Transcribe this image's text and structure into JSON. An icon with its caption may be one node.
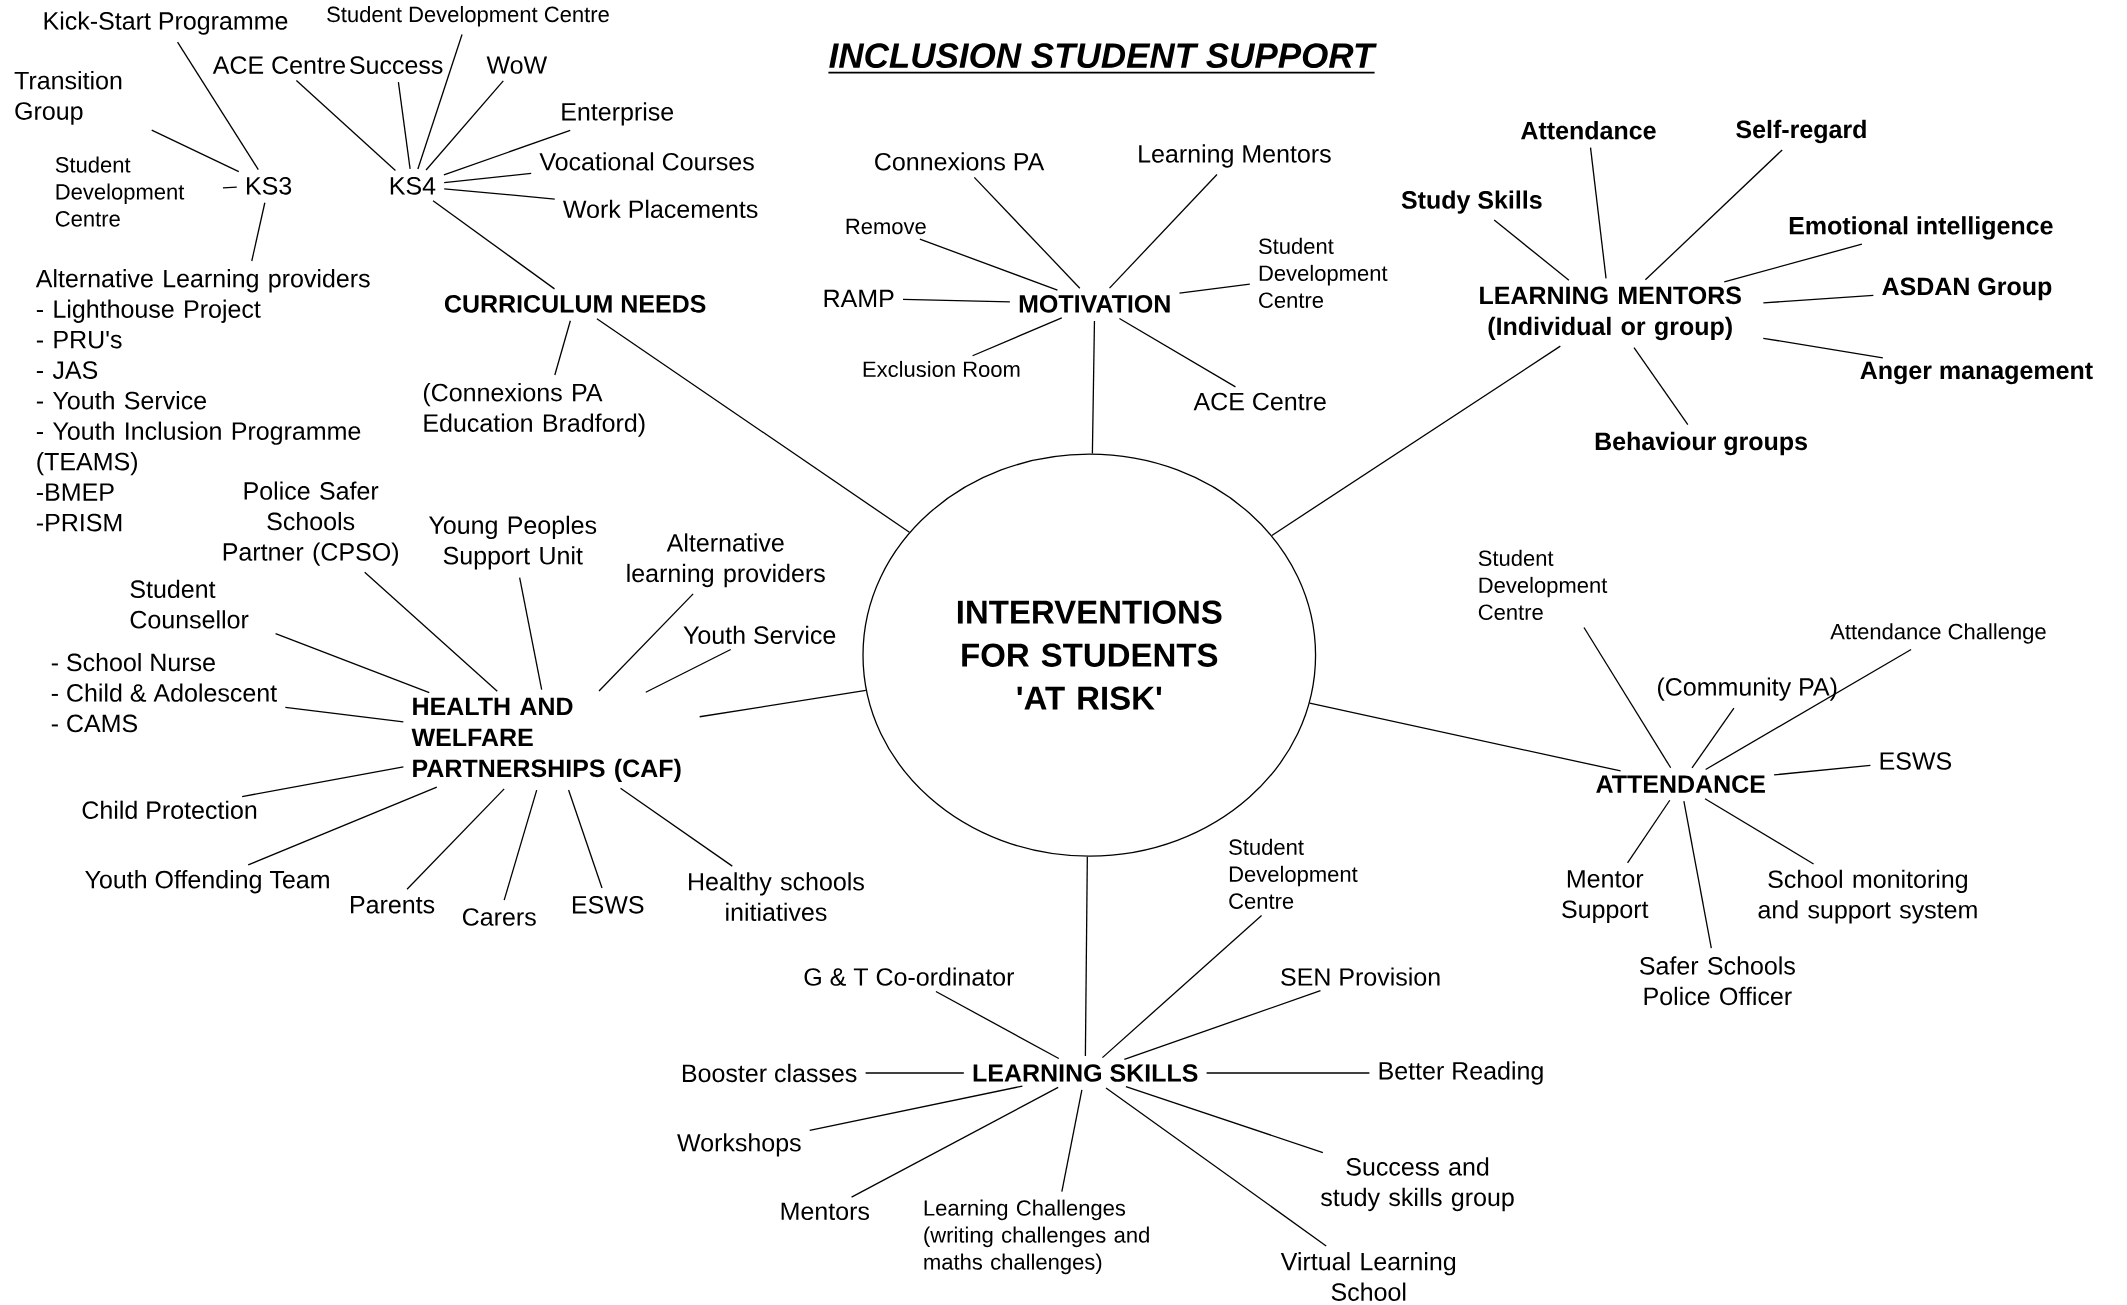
{
  "diagram": {
    "title": "INCLUSION STUDENT SUPPORT",
    "nodes": [
      {
        "text": [
          "INTERVENTIONS FOR STUDENTS 'AT RISK'"
        ]
      },
      {
        "text": [
          "CURRICULUM NEEDS"
        ]
      },
      {
        "text": [
          "KS4"
        ]
      },
      {
        "text": [
          "KS3"
        ]
      },
      {
        "text": [
          "Kick-Start Programme"
        ]
      },
      {
        "text": [
          "Transition Group"
        ]
      },
      {
        "text": [
          "Student Development Centre"
        ]
      },
      {
        "text": [
          "Alternative Learning providers",
          "- Lighthouse Project",
          "- PRU's",
          "- JAS",
          "- Youth Service",
          "- Youth Inclusion Programme (TEAMS)",
          "-BMEP",
          "-PRISM"
        ]
      },
      {
        "text": [
          "ACE Centre"
        ]
      },
      {
        "text": [
          "Student Development Centre"
        ]
      },
      {
        "text": [
          "Success"
        ]
      },
      {
        "text": [
          "WoW"
        ]
      },
      {
        "text": [
          "Enterprise"
        ]
      },
      {
        "text": [
          "Vocational Courses"
        ]
      },
      {
        "text": [
          "Work Placements"
        ]
      },
      {
        "text": [
          "(Connexions PA Education Bradford)"
        ]
      },
      {
        "text": [
          "MOTIVATION"
        ]
      },
      {
        "text": [
          "Connexions PA"
        ]
      },
      {
        "text": [
          "Learning Mentors"
        ]
      },
      {
        "text": [
          "Remove"
        ]
      },
      {
        "text": [
          "RAMP"
        ]
      },
      {
        "text": [
          "Exclusion Room"
        ]
      },
      {
        "text": [
          "Student Development Centre"
        ]
      },
      {
        "text": [
          "ACE Centre"
        ]
      },
      {
        "text": [
          "LEARNING MENTORS (Individual or group)"
        ]
      },
      {
        "text": [
          "Study Skills"
        ]
      },
      {
        "text": [
          "Attendance"
        ]
      },
      {
        "text": [
          "Self-regard"
        ]
      },
      {
        "text": [
          "Emotional intelligence"
        ]
      },
      {
        "text": [
          "ASDAN Group"
        ]
      },
      {
        "text": [
          "Anger management"
        ]
      },
      {
        "text": [
          "Behaviour groups"
        ]
      },
      {
        "text": [
          "HEALTH AND WELFARE PARTNERSHIPS (CAF)"
        ]
      },
      {
        "text": [
          "Police Safer Schools Partner (CPSO)"
        ]
      },
      {
        "text": [
          "Young Peoples Support Unit"
        ]
      },
      {
        "text": [
          "Alternative learning providers"
        ]
      },
      {
        "text": [
          "Youth Service"
        ]
      },
      {
        "text": [
          "Student Counsellor"
        ]
      },
      {
        "text": [
          "- School Nurse",
          "- Child & Adolescent",
          "- CAMS"
        ]
      },
      {
        "text": [
          "Child Protection"
        ]
      },
      {
        "text": [
          "Youth Offending Team"
        ]
      },
      {
        "text": [
          "Parents"
        ]
      },
      {
        "text": [
          "Carers"
        ]
      },
      {
        "text": [
          "ESWS"
        ]
      },
      {
        "text": [
          "Healthy schools initiatives"
        ]
      },
      {
        "text": [
          "ATTENDANCE"
        ]
      },
      {
        "text": [
          "Student Development Centre"
        ]
      },
      {
        "text": [
          "(Community PA)"
        ]
      },
      {
        "text": [
          "Attendance Challenge"
        ]
      },
      {
        "text": [
          "ESWS"
        ]
      },
      {
        "text": [
          "Mentor Support"
        ]
      },
      {
        "text": [
          "Safer Schools Police Officer"
        ]
      },
      {
        "text": [
          "School monitoring and support system"
        ]
      },
      {
        "text": [
          "LEARNING SKILLS"
        ]
      },
      {
        "text": [
          "G & T Co-ordinator"
        ]
      },
      {
        "text": [
          "Student Development Centre"
        ]
      },
      {
        "text": [
          "SEN Provision"
        ]
      },
      {
        "text": [
          "Booster classes"
        ]
      },
      {
        "text": [
          "Better Reading"
        ]
      },
      {
        "text": [
          "Workshops"
        ]
      },
      {
        "text": [
          "Mentors"
        ]
      },
      {
        "text": [
          "Learning Challenges (writing challenges and maths challenges)"
        ]
      },
      {
        "text": [
          "Success and study skills group"
        ]
      },
      {
        "text": [
          "Virtual Learning School"
        ]
      }
    ],
    "edges": [
      {
        "from": 0,
        "to": 1,
        "arrow": "none"
      },
      {
        "from": 0,
        "to": 16,
        "arrow": "none"
      },
      {
        "from": 0,
        "to": 24,
        "arrow": "none"
      },
      {
        "from": 0,
        "to": 32,
        "arrow": "none"
      },
      {
        "from": 0,
        "to": 45,
        "arrow": "none"
      },
      {
        "from": 0,
        "to": 53,
        "arrow": "none"
      },
      {
        "from": 1,
        "to": 2,
        "arrow": "none"
      },
      {
        "from": 1,
        "to": 15,
        "arrow": "none"
      },
      {
        "from": 3,
        "to": 4,
        "arrow": "none"
      },
      {
        "from": 3,
        "to": 5,
        "arrow": "none"
      },
      {
        "from": 3,
        "to": 6,
        "arrow": "none"
      },
      {
        "from": 3,
        "to": 7,
        "arrow": "none"
      },
      {
        "from": 2,
        "to": 8,
        "arrow": "none"
      },
      {
        "from": 2,
        "to": 9,
        "arrow": "none"
      },
      {
        "from": 2,
        "to": 10,
        "arrow": "none"
      },
      {
        "from": 2,
        "to": 11,
        "arrow": "none"
      },
      {
        "from": 2,
        "to": 12,
        "arrow": "none"
      },
      {
        "from": 2,
        "to": 13,
        "arrow": "none"
      },
      {
        "from": 2,
        "to": 14,
        "arrow": "none"
      },
      {
        "from": 16,
        "to": 17,
        "arrow": "none"
      },
      {
        "from": 16,
        "to": 18,
        "arrow": "none"
      },
      {
        "from": 16,
        "to": 19,
        "arrow": "none"
      },
      {
        "from": 16,
        "to": 20,
        "arrow": "none"
      },
      {
        "from": 16,
        "to": 21,
        "arrow": "none"
      },
      {
        "from": 16,
        "to": 22,
        "arrow": "none"
      },
      {
        "from": 16,
        "to": 23,
        "arrow": "none"
      },
      {
        "from": 24,
        "to": 25,
        "arrow": "none"
      },
      {
        "from": 24,
        "to": 26,
        "arrow": "none"
      },
      {
        "from": 24,
        "to": 27,
        "arrow": "none"
      },
      {
        "from": 24,
        "to": 28,
        "arrow": "none"
      },
      {
        "from": 24,
        "to": 29,
        "arrow": "none"
      },
      {
        "from": 24,
        "to": 30,
        "arrow": "none"
      },
      {
        "from": 24,
        "to": 31,
        "arrow": "none"
      },
      {
        "from": 32,
        "to": 33,
        "arrow": "none"
      },
      {
        "from": 32,
        "to": 34,
        "arrow": "none"
      },
      {
        "from": 32,
        "to": 35,
        "arrow": "none"
      },
      {
        "from": 32,
        "to": 36,
        "arrow": "none"
      },
      {
        "from": 32,
        "to": 37,
        "arrow": "none"
      },
      {
        "from": 32,
        "to": 38,
        "arrow": "none"
      },
      {
        "from": 32,
        "to": 39,
        "arrow": "none"
      },
      {
        "from": 32,
        "to": 40,
        "arrow": "none"
      },
      {
        "from": 32,
        "to": 41,
        "arrow": "none"
      },
      {
        "from": 32,
        "to": 42,
        "arrow": "none"
      },
      {
        "from": 32,
        "to": 43,
        "arrow": "none"
      },
      {
        "from": 32,
        "to": 44,
        "arrow": "none"
      },
      {
        "from": 45,
        "to": 46,
        "arrow": "none"
      },
      {
        "from": 45,
        "to": 47,
        "arrow": "none"
      },
      {
        "from": 45,
        "to": 48,
        "arrow": "none"
      },
      {
        "from": 45,
        "to": 49,
        "arrow": "none"
      },
      {
        "from": 45,
        "to": 50,
        "arrow": "none"
      },
      {
        "from": 45,
        "to": 51,
        "arrow": "none"
      },
      {
        "from": 45,
        "to": 52,
        "arrow": "none"
      },
      {
        "from": 53,
        "to": 54,
        "arrow": "none"
      },
      {
        "from": 53,
        "to": 55,
        "arrow": "none"
      },
      {
        "from": 53,
        "to": 56,
        "arrow": "none"
      },
      {
        "from": 53,
        "to": 57,
        "arrow": "none"
      },
      {
        "from": 53,
        "to": 58,
        "arrow": "none"
      },
      {
        "from": 53,
        "to": 59,
        "arrow": "none"
      },
      {
        "from": 53,
        "to": 60,
        "arrow": "none"
      },
      {
        "from": 53,
        "to": 61,
        "arrow": "none"
      },
      {
        "from": 53,
        "to": 62,
        "arrow": "none"
      },
      {
        "from": 53,
        "to": 63,
        "arrow": "none"
      }
    ]
  }
}
